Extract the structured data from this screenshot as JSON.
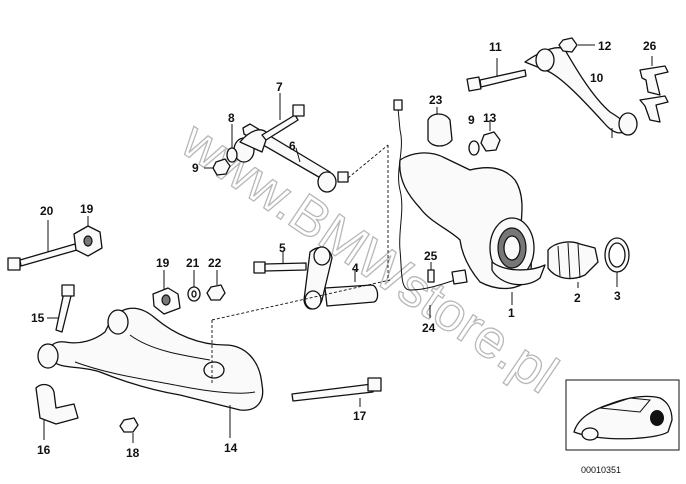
{
  "diagram": {
    "watermark": "www.BMWstore.pl",
    "diagram_id": "00010351",
    "callouts": {
      "c1": "1",
      "c2": "2",
      "c3": "3",
      "c4": "4",
      "c5": "5",
      "c6": "6",
      "c7": "7",
      "c8": "8",
      "c9a": "9",
      "c9b": "9",
      "c10": "10",
      "c11": "11",
      "c12": "12",
      "c13": "13",
      "c14": "14",
      "c15": "15",
      "c16": "16",
      "c17": "17",
      "c18": "18",
      "c19a": "19",
      "c19b": "19",
      "c20": "20",
      "c21": "21",
      "c22": "22",
      "c23": "23",
      "c24": "24",
      "c25": "25",
      "c26": "26"
    }
  }
}
